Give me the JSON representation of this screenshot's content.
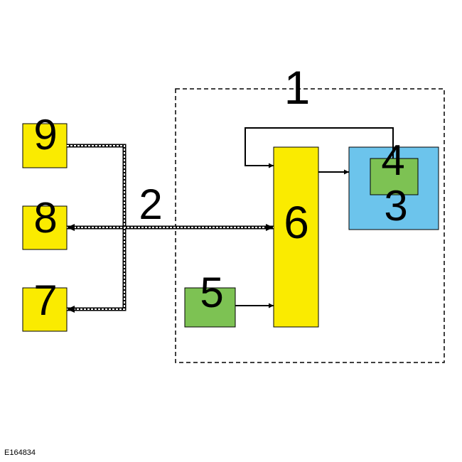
{
  "labels": {
    "l1": "1",
    "l2": "2",
    "l3": "3",
    "l4": "4",
    "l5": "5",
    "l6": "6",
    "l7": "7",
    "l8": "8",
    "l9": "9"
  },
  "reference_code": "E164834",
  "colors": {
    "yellow": "#FAEB00",
    "green": "#7DC253",
    "blue": "#6CC4EC",
    "line": "#000000"
  }
}
